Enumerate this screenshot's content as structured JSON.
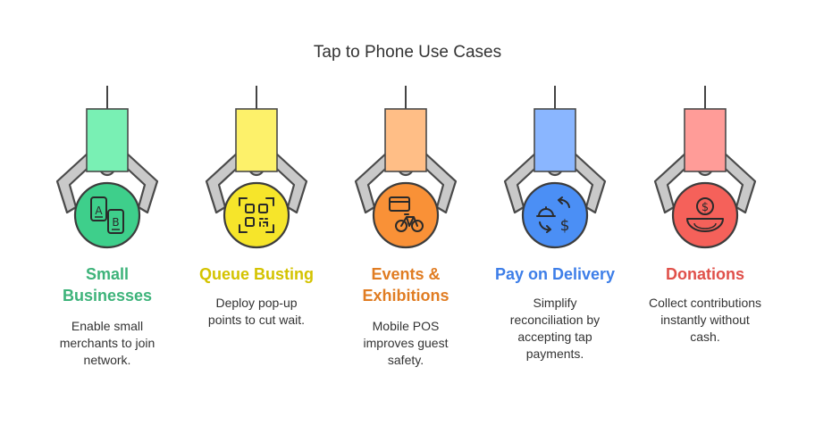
{
  "title": "Tap to Phone Use Cases",
  "items": [
    {
      "heading_lines": [
        "Small",
        "Businesses"
      ],
      "desc_lines": [
        "Enable small",
        "merchants to join",
        "network."
      ],
      "color": "#3db37a",
      "fill": "#79f0b4",
      "circle": "#3ecf8b",
      "icon": "ab-test-phones-icon"
    },
    {
      "heading_lines": [
        "Queue Busting"
      ],
      "desc_lines": [
        "Deploy pop-up",
        "points to cut wait."
      ],
      "color": "#d4c300",
      "fill": "#fdf16a",
      "circle": "#f6e52a",
      "icon": "qr-scan-icon"
    },
    {
      "heading_lines": [
        "Events &",
        "Exhibitions"
      ],
      "desc_lines": [
        "Mobile POS",
        "improves guest",
        "safety."
      ],
      "color": "#e07c22",
      "fill": "#ffbe86",
      "circle": "#f99137",
      "icon": "card-bicycle-icon"
    },
    {
      "heading_lines": [
        "Pay on Delivery"
      ],
      "desc_lines": [
        "Simplify",
        "reconciliation by",
        "accepting tap",
        "payments."
      ],
      "color": "#3d7ee8",
      "fill": "#8ab6ff",
      "circle": "#4b8ff5",
      "icon": "cloche-exchange-icon"
    },
    {
      "heading_lines": [
        "Donations"
      ],
      "desc_lines": [
        "Collect contributions",
        "instantly without",
        "cash."
      ],
      "color": "#e0504a",
      "fill": "#ff9c98",
      "circle": "#f5615a",
      "icon": "donation-bowl-icon"
    }
  ]
}
